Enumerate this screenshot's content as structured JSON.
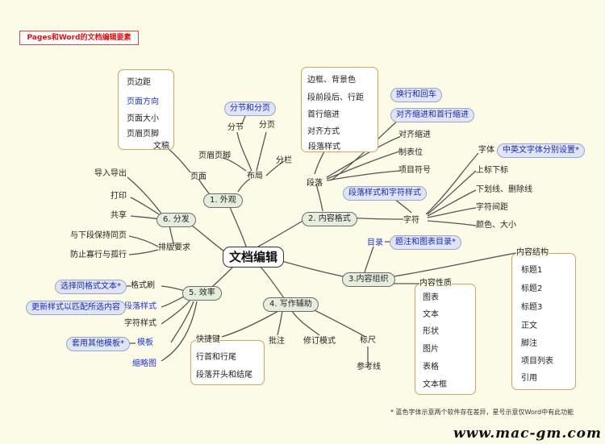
{
  "title": "Pages和Word的文档编辑要素",
  "center": "文档编辑",
  "branches": {
    "layout": "1. 外观",
    "format": "2. 内容格式",
    "organize": "3.内容组织",
    "assist": "4. 写作辅助",
    "efficiency": "5. 效率",
    "share": "6. 分发"
  },
  "layout": {
    "draft": "文稿",
    "draft_items": [
      "页边距",
      "页面方向",
      "页面大小",
      "页眉页脚"
    ],
    "page": "页面",
    "layout_node": "布局",
    "header_footer": "页眉页脚",
    "section": "分节",
    "page_break": "分页",
    "section_and_page": "分节和分页",
    "columns": "分栏"
  },
  "format": {
    "paragraph": "段落",
    "para_style": "段落样式",
    "para_items": [
      "边框、背景色",
      "段前段后、行距",
      "首行缩进",
      "对齐方式"
    ],
    "line_break": "换行和回车",
    "indent_align": "对齐缩进和首行缩进",
    "align_indent": "对齐缩进",
    "tab_stops": "制表位",
    "bullets": "项目符号",
    "para_char_style": "段落样式和字符样式",
    "char": "字符",
    "font": "字体",
    "cjk_font": "中英文字体分别设置*",
    "super_sub": "上标下标",
    "underline": "下划线、删除线",
    "spacing": "字符间距",
    "color_size": "颜色、大小"
  },
  "organize": {
    "toc": "目录",
    "caption": "题注和图表目录*",
    "content_struct": "内容结构",
    "struct_items": [
      "标题1",
      "标题2",
      "标题3",
      "正文",
      "脚注",
      "项目列表",
      "引用"
    ],
    "content_type": "内容性质",
    "type_items": [
      "图表",
      "文本",
      "形状",
      "图片",
      "表格",
      "文本框"
    ]
  },
  "assist": {
    "shortcuts": "快捷键",
    "shortcut_items": [
      "行首和行尾",
      "段落开头和结尾"
    ],
    "comments": "批注",
    "track": "修订模式",
    "ruler": "标尺",
    "guides": "参考线"
  },
  "efficiency": {
    "format_brush": "格式刷",
    "select_same": "选择同格式文本*",
    "para_style": "段落样式",
    "update_style": "更新样式以匹配所选内容",
    "char_style": "字符样式",
    "template": "模板",
    "other_template": "套用其他模板*",
    "thumbnails": "缩略图"
  },
  "share": {
    "import_export": "导入导出",
    "print": "打印",
    "share": "共享",
    "arrange": "排版要求",
    "keep_next": "与下段保持同页",
    "widow": "防止寡行与孤行"
  },
  "footnote": "* 蓝色字体示意两个软件存在差异，星号示意仅Word中有此功能",
  "watermark": "www.mac-gm.com",
  "colors": {
    "background": "#fcfbe8",
    "box_border": "#d4a25a",
    "branch_fill": "#e5eede",
    "pill_fill": "#dfe5f5",
    "blue_text": "#2233cc",
    "title_red": "#dd1111"
  }
}
